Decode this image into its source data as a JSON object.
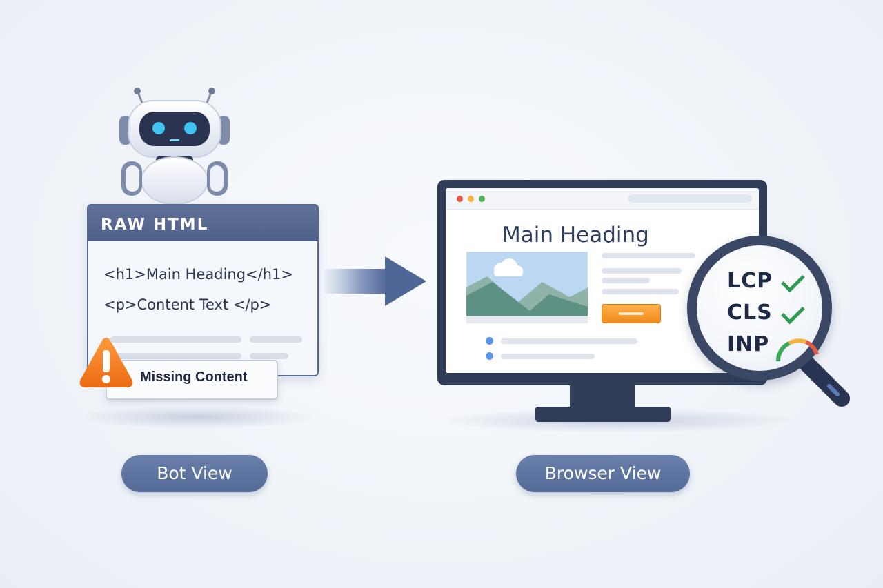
{
  "bot_panel": {
    "header": "RAW HTML",
    "code_lines": [
      "<h1>Main Heading</h1>",
      "<p>Content Text </p>"
    ],
    "warning_text": "Missing Content"
  },
  "browser_panel": {
    "heading": "Main Heading",
    "metrics": [
      {
        "label": "LCP",
        "status": "check-icon"
      },
      {
        "label": "CLS",
        "status": "check-icon"
      },
      {
        "label": "INP",
        "status": "gauge-icon"
      }
    ]
  },
  "labels": {
    "left": "Bot View",
    "right": "Browser View"
  },
  "colors": {
    "navy": "#2f3d58",
    "pill": "#5e74a0",
    "check_green": "#2e9a4f",
    "warning_orange": "#f07a1e",
    "button_orange": "#f5a032"
  }
}
